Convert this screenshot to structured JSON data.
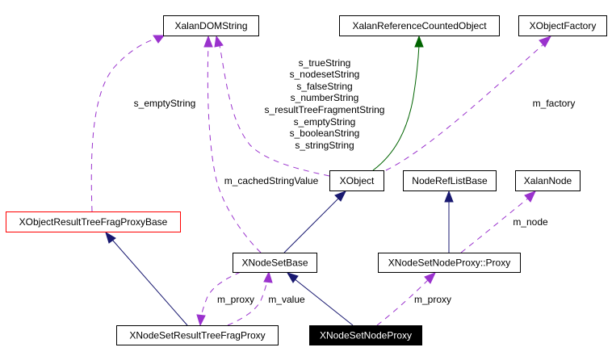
{
  "diagram": {
    "type": "collaboration-graph",
    "colors": {
      "inheritance": "#191970",
      "protected_inheritance": "#006400",
      "usage": "#9a32cd",
      "focus_fill": "#000000",
      "incomplete_border": "#ff0000"
    },
    "nodes": {
      "xalan_dom_string": "XalanDOMString",
      "xalan_reference_counted_object": "XalanReferenceCountedObject",
      "xobject_factory": "XObjectFactory",
      "xobject": "XObject",
      "node_ref_list_base": "NodeRefListBase",
      "xalan_node": "XalanNode",
      "xobject_result_tree_frag_proxy_base": "XObjectResultTreeFragProxyBase",
      "xnode_set_base": "XNodeSetBase",
      "xnode_set_node_proxy_proxy": "XNodeSetNodeProxy::Proxy",
      "xnode_set_result_tree_frag_proxy": "XNodeSetResultTreeFragProxy",
      "xnode_set_node_proxy": "XNodeSetNodeProxy"
    },
    "edge_labels": {
      "s_empty_string_left": "s_emptyString",
      "xobject_strings": [
        "s_trueString",
        "s_nodesetString",
        "s_falseString",
        "s_numberString",
        "s_resultTreeFragmentString",
        "s_emptyString",
        "s_booleanString",
        "s_stringString"
      ],
      "m_factory": "m_factory",
      "m_cached_string_value": "m_cachedStringValue",
      "m_node": "m_node",
      "m_proxy_left": "m_proxy",
      "m_value": "m_value",
      "m_proxy_right": "m_proxy"
    }
  }
}
